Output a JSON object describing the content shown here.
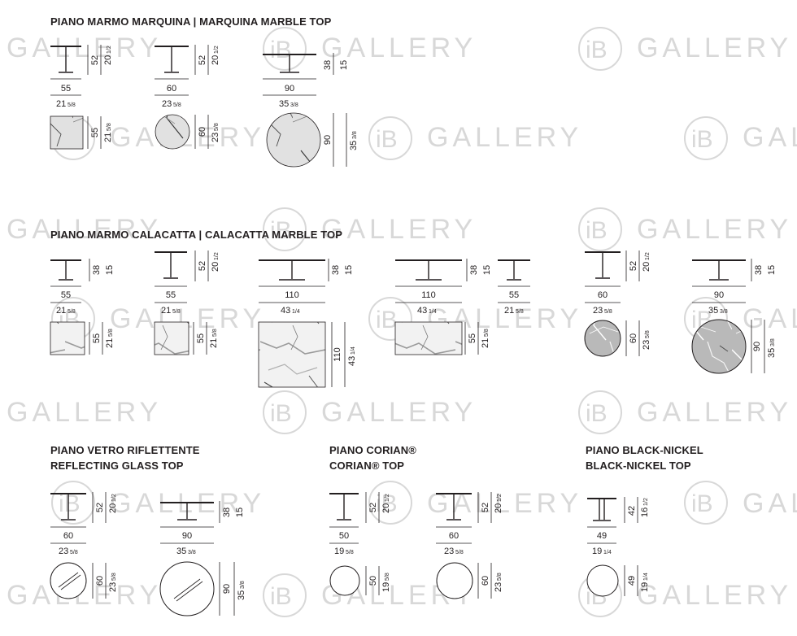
{
  "watermark": {
    "brand": "GALLERY",
    "mark": "iB"
  },
  "sections": {
    "marquina": {
      "title": "PIANO MARMO MARQUINA  |  MARQUINA MARBLE TOP"
    },
    "calacatta": {
      "title": "PIANO MARMO CALACATTA  |  CALACATTA MARBLE TOP"
    },
    "glass": {
      "title_line1": "PIANO VETRO RIFLETTENTE",
      "title_line2": "REFLECTING GLASS TOP"
    },
    "corian": {
      "title_line1": "PIANO CORIAN®",
      "title_line2": "CORIAN® TOP"
    },
    "nickel": {
      "title_line1": "PIANO BLACK-NICKEL",
      "title_line2": "BLACK-NICKEL TOP"
    }
  },
  "tables": {
    "mq1": {
      "width_cm": "55",
      "width_in": "21",
      "width_in_frac": "5/8",
      "height_cm": "52",
      "height_in": "20",
      "height_in_frac": "1/2",
      "plan_cm": "55",
      "plan_in": "21",
      "plan_in_frac": "5/8",
      "top": "square marble"
    },
    "mq2": {
      "width_cm": "60",
      "width_in": "23",
      "width_in_frac": "5/8",
      "height_cm": "52",
      "height_in": "20",
      "height_in_frac": "1/2",
      "plan_cm": "60",
      "plan_in": "23",
      "plan_in_frac": "5/8",
      "top": "round marble"
    },
    "mq3": {
      "width_cm": "90",
      "width_in": "35",
      "width_in_frac": "3/8",
      "height_cm": "38",
      "height_in": "15",
      "height_in_frac": "",
      "plan_cm": "90",
      "plan_in": "35",
      "plan_in_frac": "3/8",
      "top": "round marble"
    },
    "cc1": {
      "width_cm": "55",
      "width_in": "21",
      "width_in_frac": "5/8",
      "height_cm": "38",
      "height_in": "15",
      "height_in_frac": "",
      "plan_cm": "55",
      "plan_in": "21",
      "plan_in_frac": "5/8",
      "top": "square marble"
    },
    "cc2": {
      "width_cm": "55",
      "width_in": "21",
      "width_in_frac": "5/8",
      "height_cm": "52",
      "height_in": "20",
      "height_in_frac": "1/2",
      "plan_cm": "55",
      "plan_in": "21",
      "plan_in_frac": "5/8",
      "top": "square marble"
    },
    "cc3": {
      "width_cm": "110",
      "width_in": "43",
      "width_in_frac": "1/4",
      "height_cm": "38",
      "height_in": "15",
      "height_in_frac": "",
      "plan_cm": "110",
      "plan_in": "43",
      "plan_in_frac": "1/4",
      "top": "square marble"
    },
    "cc4": {
      "width_cm": "110",
      "width_in": "43",
      "width_in_frac": "1/4",
      "depth_cm": "55",
      "depth_in": "21",
      "depth_in_frac": "5/8",
      "height_cm": "38",
      "height_in": "15",
      "height_in_frac": "",
      "plan_cm": "55",
      "plan_in": "21",
      "plan_in_frac": "5/8",
      "top": "rectangular marble"
    },
    "cc5": {
      "width_cm": "60",
      "width_in": "23",
      "width_in_frac": "5/8",
      "height_cm": "52",
      "height_in": "20",
      "height_in_frac": "1/2",
      "plan_cm": "60",
      "plan_in": "23",
      "plan_in_frac": "5/8",
      "top": "round marble"
    },
    "cc6": {
      "width_cm": "90",
      "width_in": "35",
      "width_in_frac": "3/8",
      "height_cm": "38",
      "height_in": "15",
      "height_in_frac": "",
      "plan_cm": "90",
      "plan_in": "35",
      "plan_in_frac": "3/8",
      "top": "round marble"
    },
    "gl1": {
      "width_cm": "60",
      "width_in": "23",
      "width_in_frac": "5/8",
      "height_cm": "52",
      "height_in": "20",
      "height_in_frac": "1/2",
      "plan_cm": "60",
      "plan_in": "23",
      "plan_in_frac": "5/8",
      "top": "round glass"
    },
    "gl2": {
      "width_cm": "90",
      "width_in": "35",
      "width_in_frac": "3/8",
      "height_cm": "38",
      "height_in": "15",
      "height_in_frac": "",
      "plan_cm": "90",
      "plan_in": "35",
      "plan_in_frac": "3/8",
      "top": "round glass"
    },
    "co1": {
      "width_cm": "50",
      "width_in": "19",
      "width_in_frac": "5/8",
      "height_cm": "52",
      "height_in": "20",
      "height_in_frac": "1/2",
      "plan_cm": "50",
      "plan_in": "19",
      "plan_in_frac": "5/8",
      "top": "round corian"
    },
    "co2": {
      "width_cm": "60",
      "width_in": "23",
      "width_in_frac": "5/8",
      "height_cm": "52",
      "height_in": "20",
      "height_in_frac": "1/2",
      "plan_cm": "60",
      "plan_in": "23",
      "plan_in_frac": "5/8",
      "top": "round corian"
    },
    "bn1": {
      "width_cm": "49",
      "width_in": "19",
      "width_in_frac": "1/4",
      "height_cm": "42",
      "height_in": "16",
      "height_in_frac": "1/2",
      "plan_cm": "49",
      "plan_in": "19",
      "plan_in_frac": "1/4",
      "top": "round black-nickel"
    }
  },
  "colors": {
    "ink": "#231f20",
    "watermark": "#d8d8d8",
    "marble_light": "#eeeeee",
    "marble_grey": "#bdbdbd",
    "marble_dark": "#5a5a5a"
  }
}
